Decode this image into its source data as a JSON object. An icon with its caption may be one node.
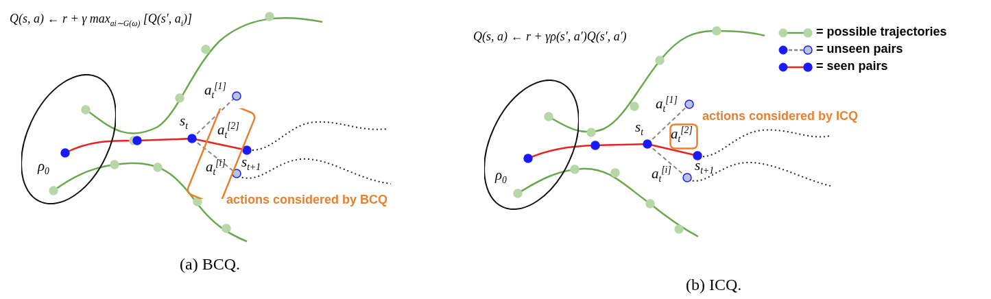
{
  "diagram": {
    "nodes": [
      {
        "text": [
          "ρ$_{0}$"
        ]
      },
      {
        "text": [
          "a$_{t}$$^{[2]}$",
          "a$_{t}$$^{[i]}$"
        ],
        "beside": [
          "actions considered by BCQ"
        ]
      },
      {
        "text": [
          "ρ$_{0}$"
        ]
      },
      {
        "text": [
          "a$_{t}$$^{[2]}$"
        ],
        "beside": [
          "actions considered by ICQ"
        ]
      }
    ],
    "edges": [],
    "labels": [
      "Q(s, a) ← r + γ max$_{ai∼G(ω)}$ [Q(s′, a$_{i}$)]",
      "a$_{t}$$^{[1]}$",
      "s$_{t}$",
      "s$_{t+1}$",
      "(a) BCQ.",
      "Q(s, a) ← r + γρ(s′, a′)Q(s′, a′)",
      "a$_{t}$$^{[1]}$",
      "s$_{t}$",
      "a$_{t}$$^{[i]}$",
      "s$_{t+1}$",
      "(b) ICQ."
    ],
    "legend": [
      {
        "text": "= possible trajectories"
      },
      {
        "text": "= unseen pairs"
      },
      {
        "text": "= seen pairs"
      }
    ]
  }
}
